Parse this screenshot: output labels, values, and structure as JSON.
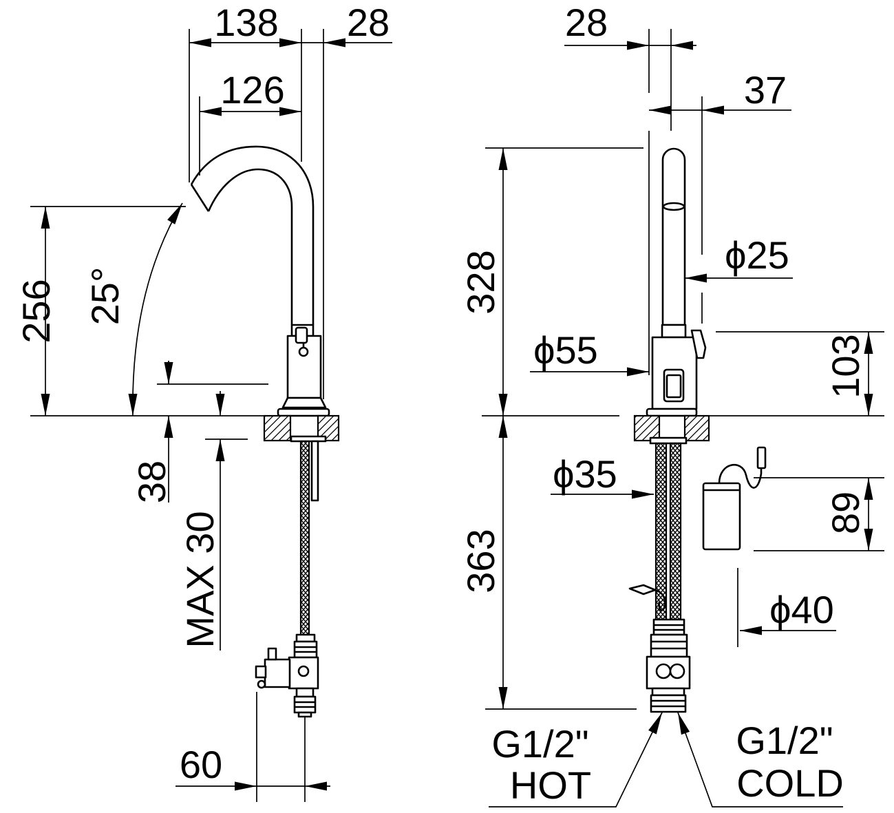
{
  "left_view": {
    "dim_138": "138",
    "dim_28": "28",
    "dim_126": "126",
    "dim_256": "256",
    "angle_25": "25°",
    "dim_38": "38",
    "dim_max_30": "MAX 30",
    "dim_60": "60"
  },
  "right_view": {
    "dim_28": "28",
    "dim_37": "37",
    "dim_328": "328",
    "dia_25": "ϕ25",
    "dia_55": "ϕ55",
    "dim_103": "103",
    "dim_363": "363",
    "dia_35": "ϕ35",
    "dim_89": "89",
    "dia_40": "ϕ40",
    "hot_connection": {
      "thread": "G1/2\"",
      "label": "HOT"
    },
    "cold_connection": {
      "thread": "G1/2\"",
      "label": "COLD"
    }
  }
}
